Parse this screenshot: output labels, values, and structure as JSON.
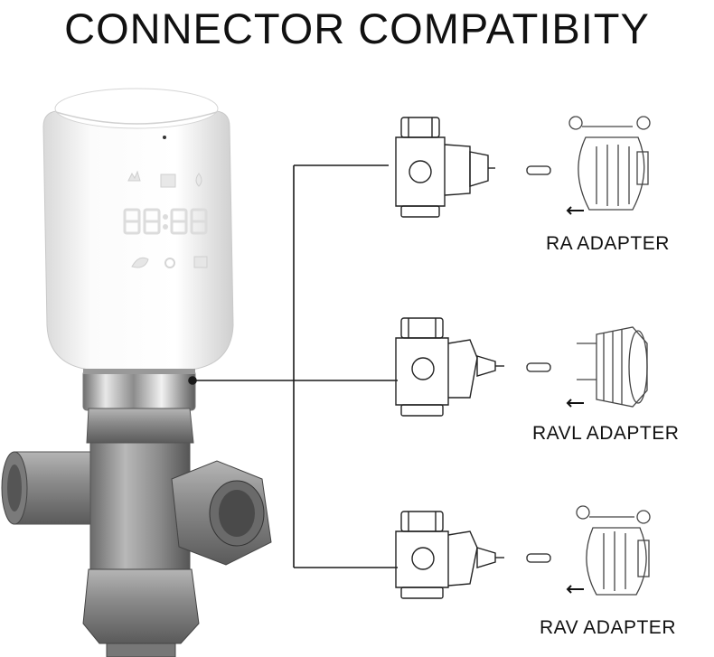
{
  "title": "CONNECTOR COMPATIBITY",
  "device": {
    "display_digits": "88:88",
    "icons": [
      "flame-icon",
      "window-icon",
      "water-drop-icon",
      "leaf-icon",
      "sun-icon",
      "child-lock-icon"
    ]
  },
  "adapters": [
    {
      "label": "RA ADAPTER",
      "type": "RA"
    },
    {
      "label": "RAVL ADAPTER",
      "type": "RAVL"
    },
    {
      "label": "RAV ADAPTER",
      "type": "RAV"
    }
  ],
  "colors": {
    "line": "#1a1a1a",
    "thermostat_body": "#f3f3f3",
    "valve_metal": "#8a8a8a"
  }
}
